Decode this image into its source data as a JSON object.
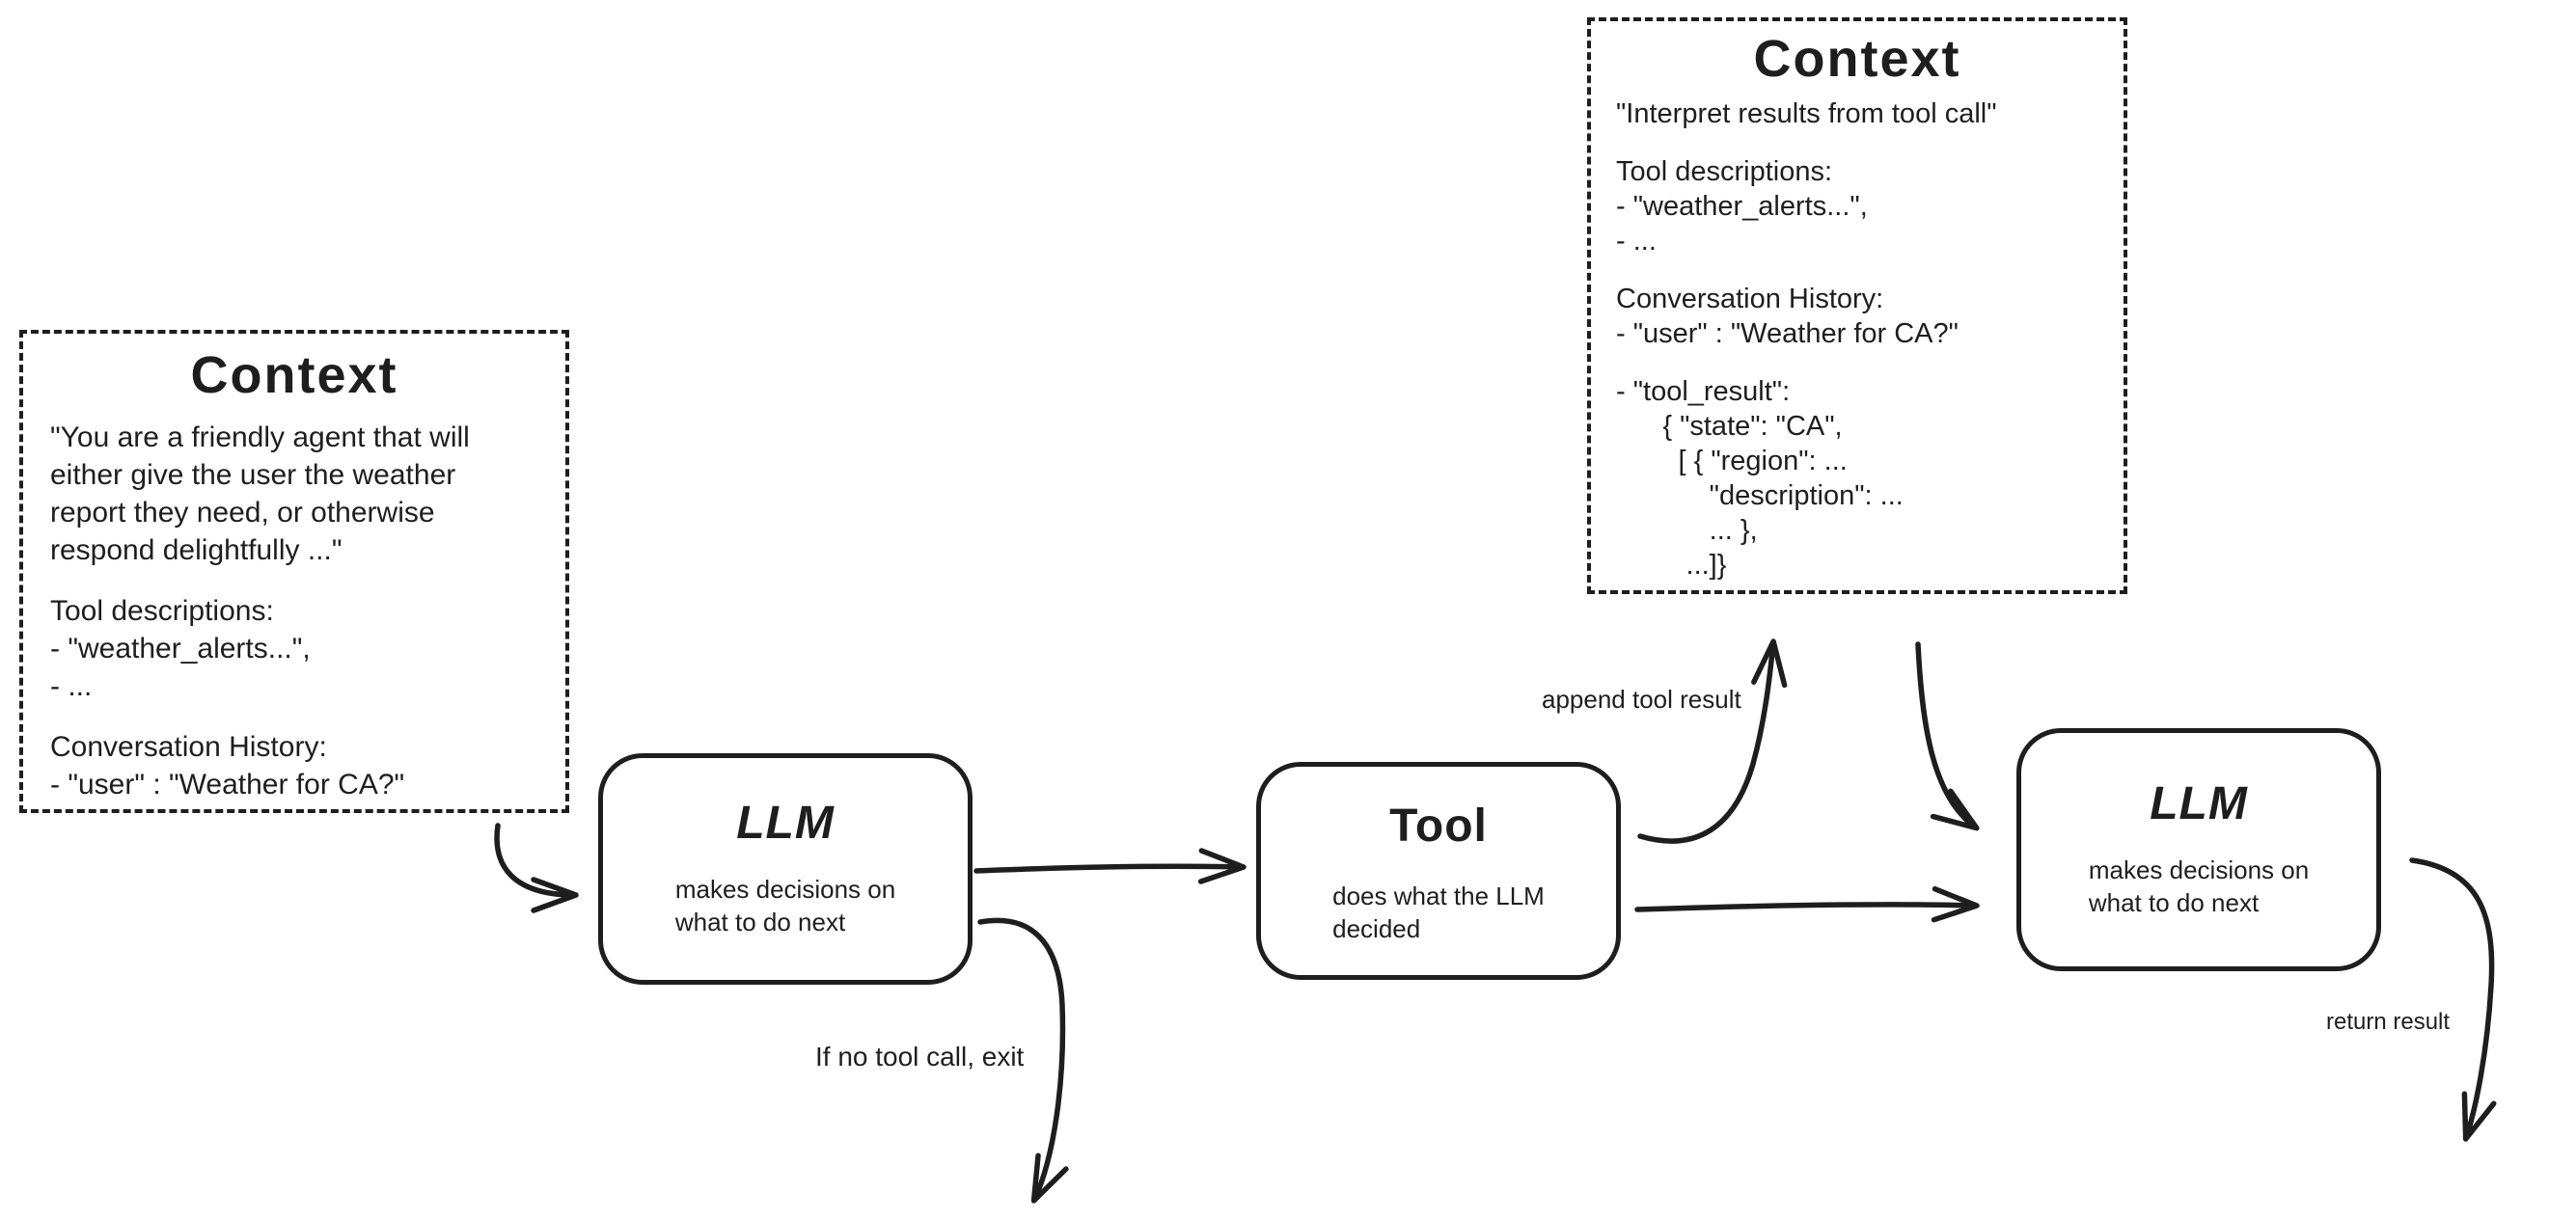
{
  "colors": {
    "ink": "#1e1e1e",
    "background": "#ffffff"
  },
  "context_initial": {
    "title": "Context",
    "system_prompt": "\"You are a friendly agent that will\neither give the user the weather\nreport they need, or otherwise\nrespond delightfully ...\"",
    "tool_descriptions": "Tool descriptions:\n- \"weather_alerts...\",\n- ...",
    "conversation_history": "Conversation History:\n- \"user\" : \"Weather for CA?\""
  },
  "context_with_result": {
    "title": "Context",
    "system_prompt": "\"Interpret results from tool call\"",
    "tool_descriptions": "Tool descriptions:\n- \"weather_alerts...\",\n- ...",
    "conversation_history": "Conversation History:\n- \"user\" : \"Weather for CA?\"",
    "tool_result": "- \"tool_result\":\n      { \"state\": \"CA\",\n        [ { \"region\": ...\n            \"description\": ...\n            ... },\n         ...]}"
  },
  "nodes": {
    "llm_first": {
      "title": "LLM",
      "description": "makes decisions on\nwhat to do next"
    },
    "tool": {
      "title": "Tool",
      "description": "does what the LLM\ndecided"
    },
    "llm_second": {
      "title": "LLM",
      "description": "makes decisions on\nwhat to do next"
    }
  },
  "edge_labels": {
    "append_tool_result": "append tool result",
    "if_no_tool_call_exit": "If no tool call, exit",
    "return_result": "return result"
  }
}
